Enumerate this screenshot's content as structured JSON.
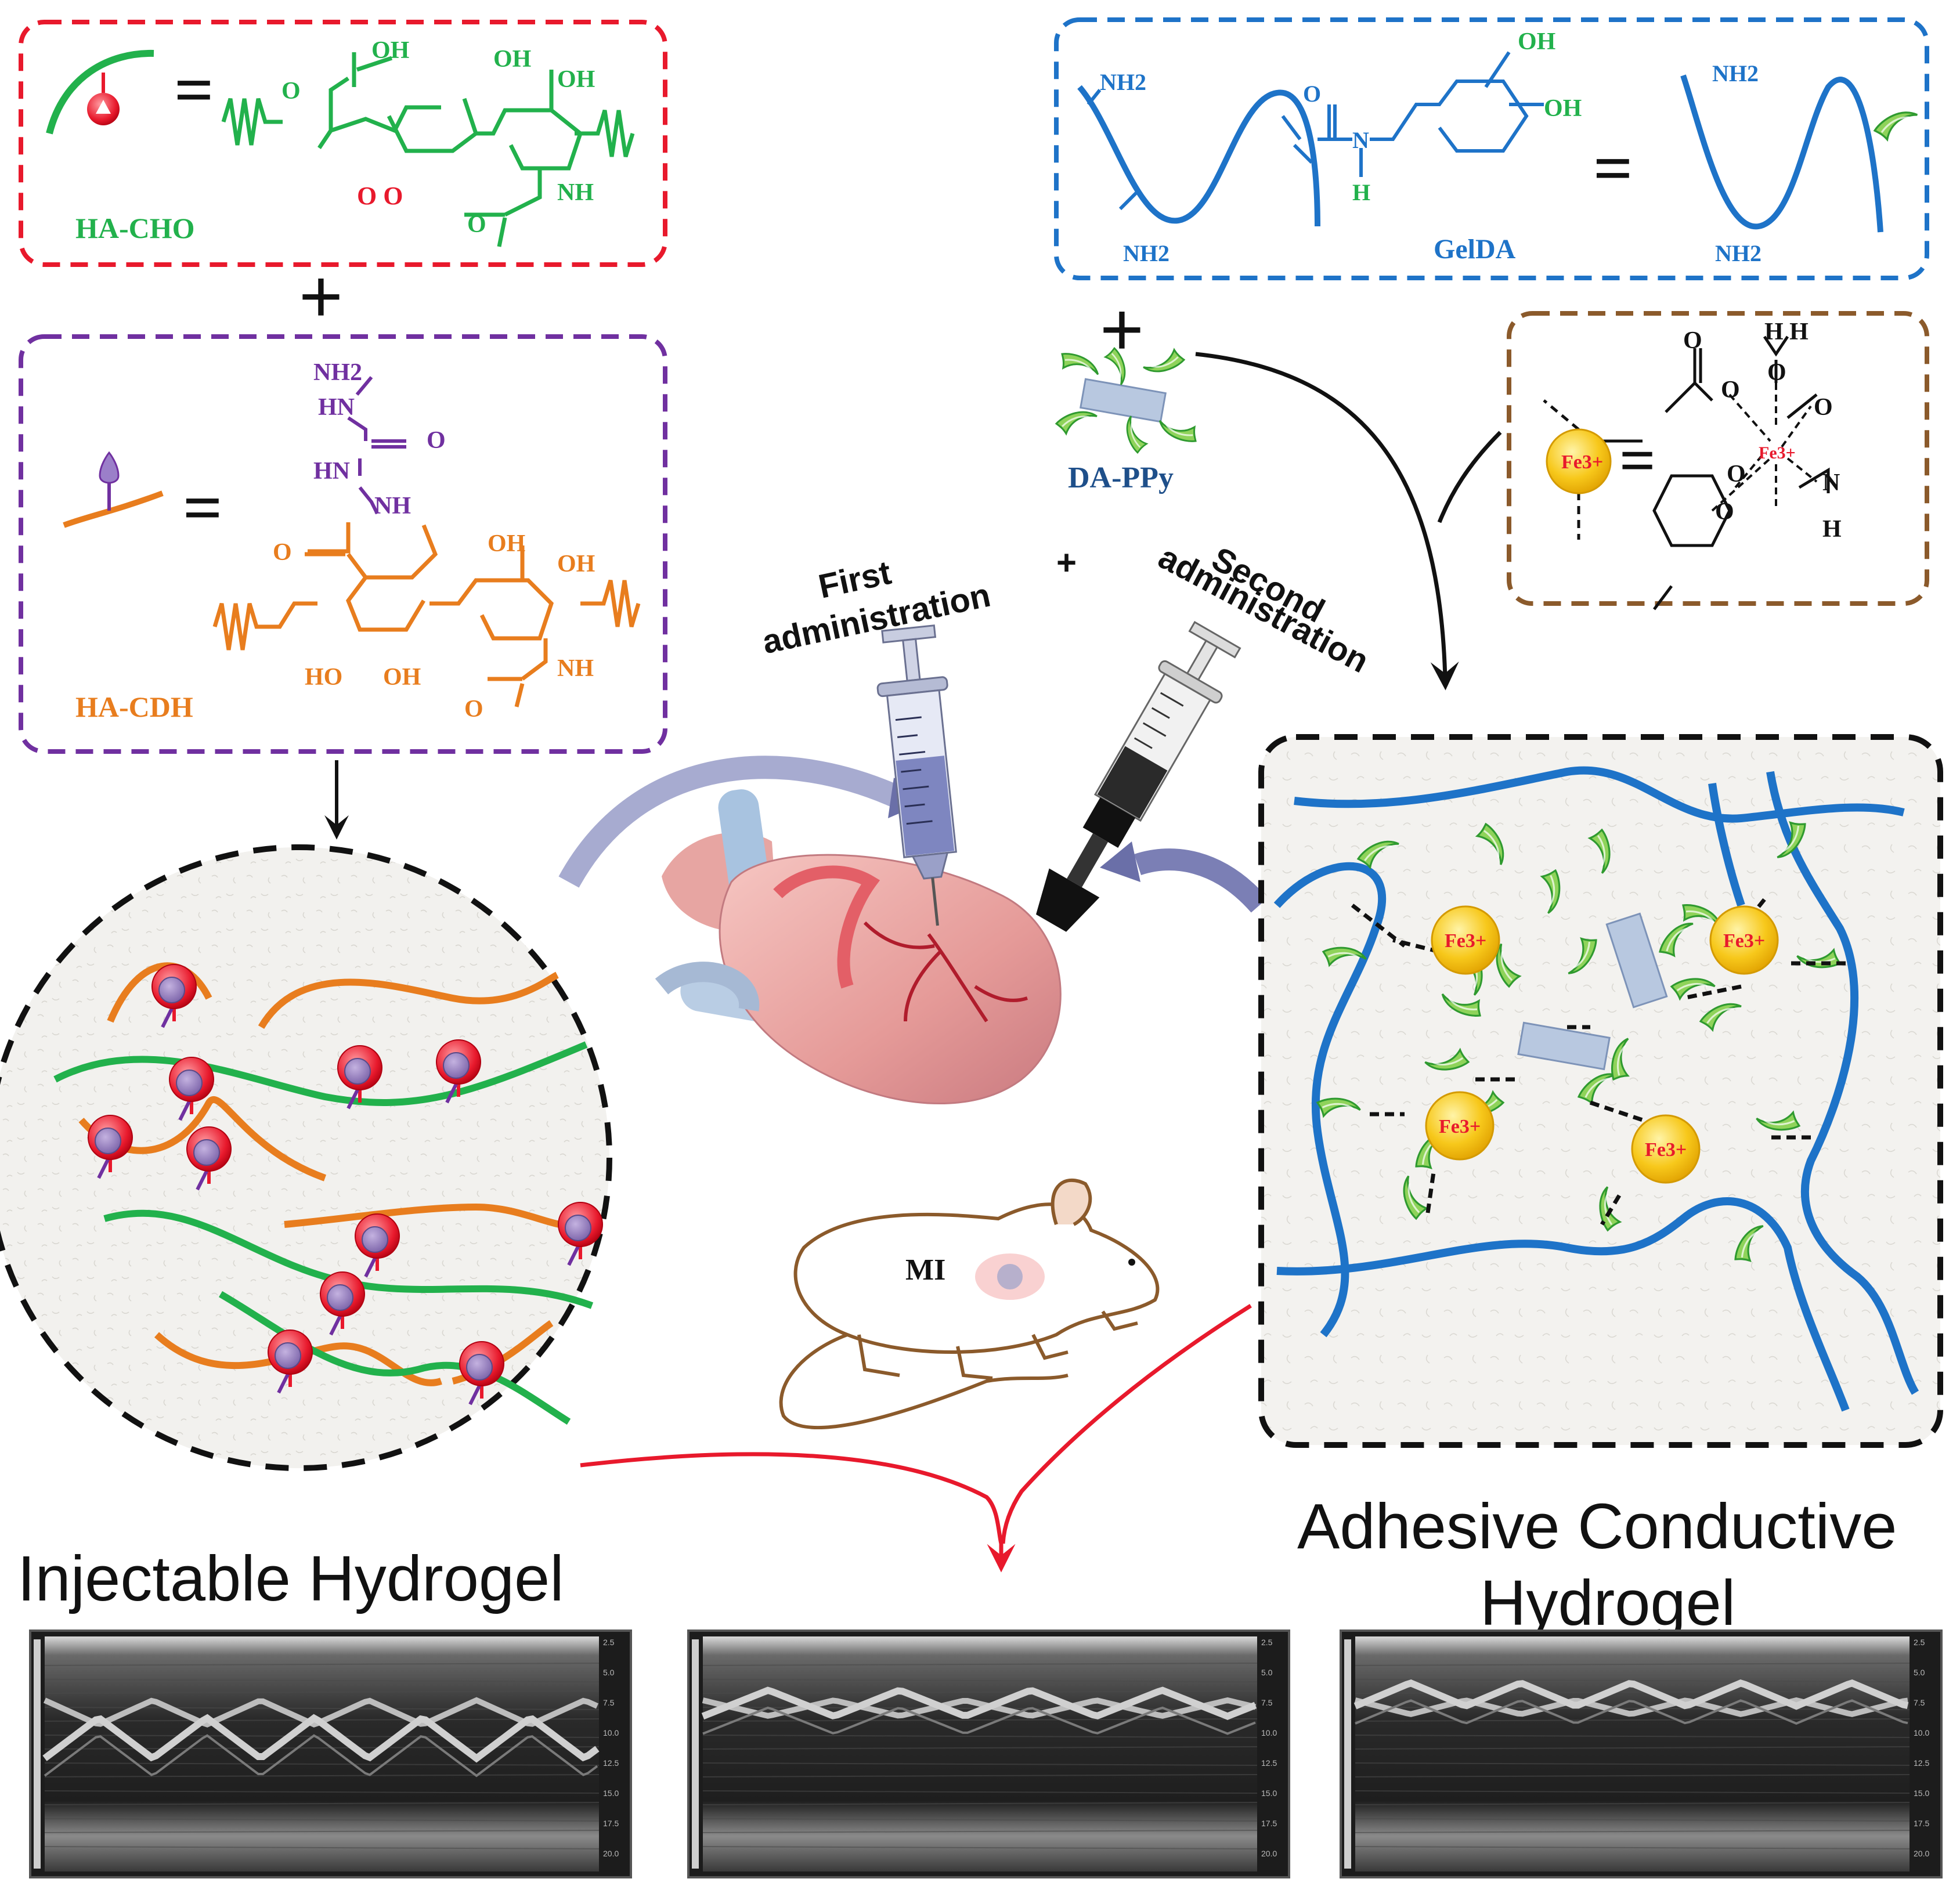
{
  "colors": {
    "red": "#e8192c",
    "green": "#22b14c",
    "purple": "#7030a0",
    "orange": "#e87d1e",
    "blue": "#1e73c8",
    "brown": "#8b5a2b",
    "black": "#111111",
    "iron": "#f7c81b",
    "heart_arrow": "#7b7fb5"
  },
  "ha_cho": {
    "label": "HA-CHO",
    "oh": "OH",
    "o_acid": "O",
    "aldehyde": "O O",
    "ring_oh_1": "OH",
    "ring_oh_2": "OH",
    "nh": "NH",
    "o_amide": "O"
  },
  "ha_cdh": {
    "label": "HA-CDH",
    "nh2": "NH2",
    "hn_1": "HN",
    "hn_2": "HN",
    "nh_3": "NH",
    "o_carbonyl": "O",
    "o_acid": "O",
    "ring_oh": [
      "OH",
      "OH",
      "HO",
      "OH"
    ],
    "nh_4": "NH",
    "o_amide": "O"
  },
  "geld": {
    "label": "GelDA",
    "nh2": [
      "NH2",
      "NH2",
      "NH2",
      "NH2"
    ],
    "o": "O",
    "n": "N",
    "h": "H",
    "oh_1": "OH",
    "oh_2": "OH"
  },
  "dappy": {
    "label": "DA-PPy"
  },
  "fe_box": {
    "fe": "Fe3+",
    "o_labels": [
      "O",
      "O",
      "O",
      "O",
      "O",
      "O"
    ],
    "water": "H  H",
    "n": "N",
    "h": "H"
  },
  "center": {
    "first": [
      "First",
      "administration"
    ],
    "plus": "+",
    "second": [
      "Second",
      "administration"
    ],
    "mi": "MI"
  },
  "network": {
    "fe_labels": [
      "Fe3+",
      "Fe3+",
      "Fe3+",
      "Fe3+"
    ]
  },
  "titles": {
    "injectable": "Injectable Hydrogel",
    "adhesive_1": "Adhesive Conductive",
    "adhesive_2": "Hydrogel"
  },
  "echo_scale": [
    "2.5",
    "5.0",
    "7.5",
    "10.0",
    "12.5",
    "15.0",
    "17.5",
    "20.0"
  ],
  "operators": {
    "equals": "=",
    "plus": "+"
  }
}
